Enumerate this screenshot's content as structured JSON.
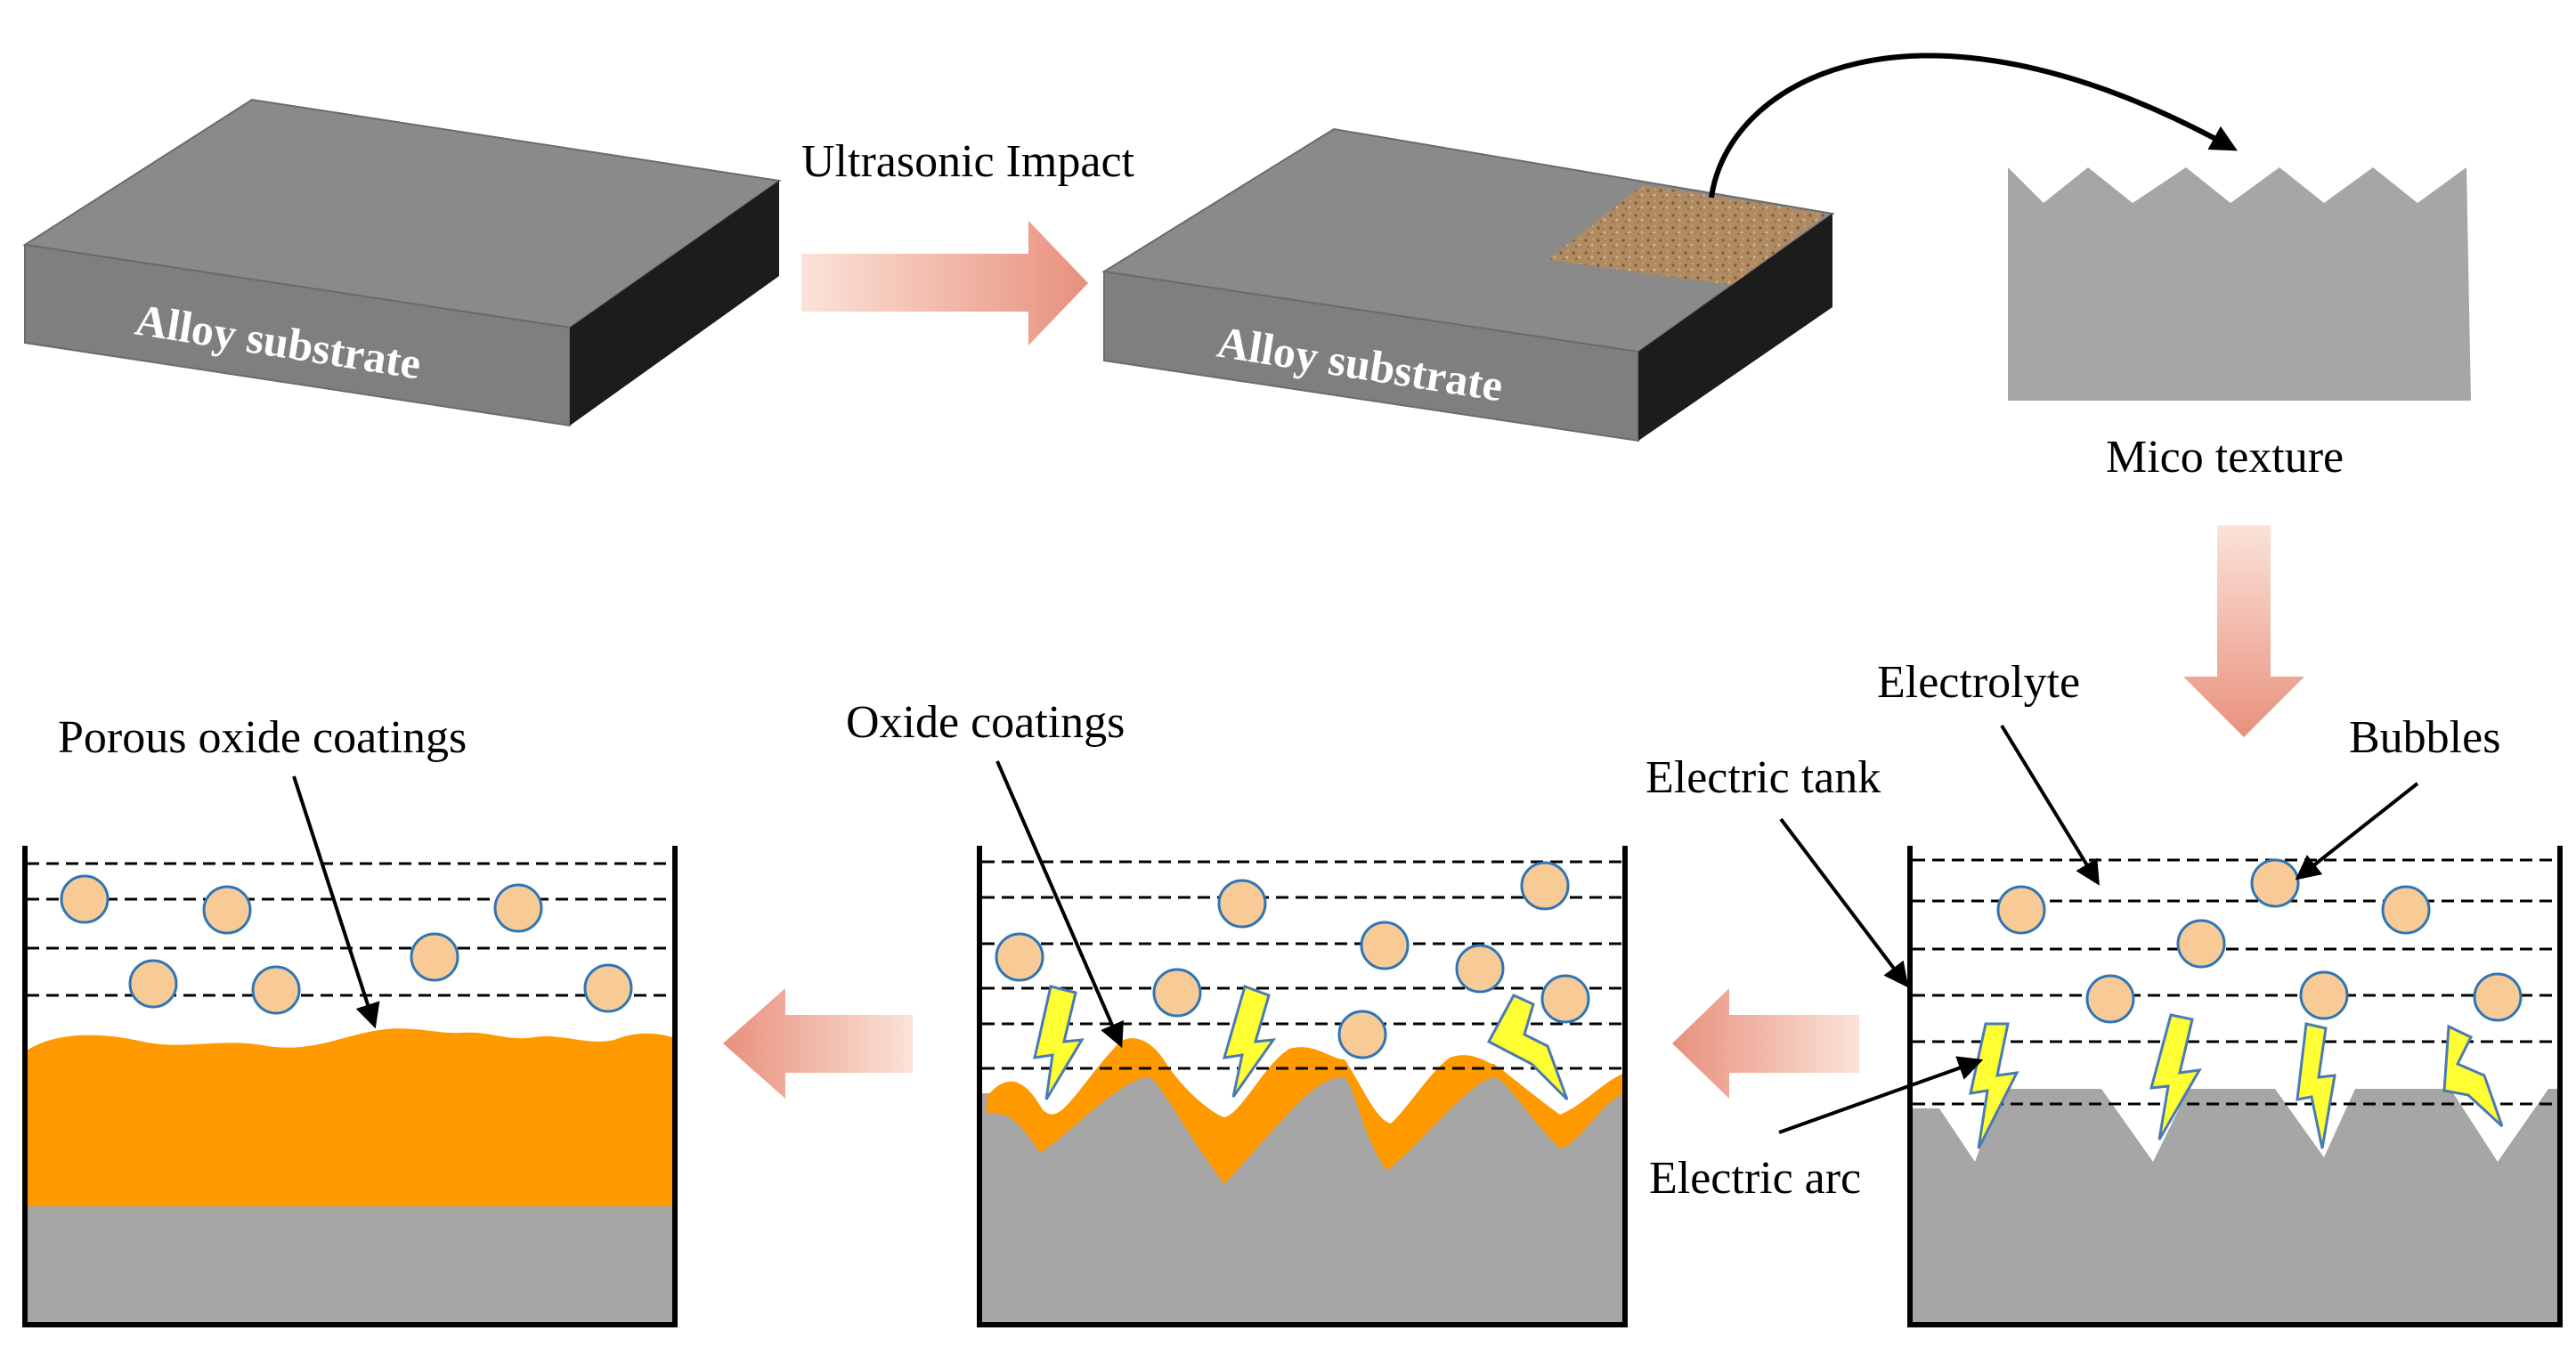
{
  "labels": {
    "alloy_substrate_1": "Alloy substrate",
    "alloy_substrate_2": "Alloy substrate",
    "ultrasonic_impact": "Ultrasonic Impact",
    "micro_texture": "Mico texture",
    "electrolyte": "Electrolyte",
    "bubbles": "Bubbles",
    "electric_tank": "Electric tank",
    "electric_arc": "Electric arc",
    "oxide_coatings": "Oxide coatings",
    "porous_oxide_coatings": "Porous oxide coatings"
  },
  "colors": {
    "slab_top": "#8a8a8a",
    "slab_front": "#7f7f7f",
    "slab_side": "#1c1c1c",
    "substrate": "#a6a6a6",
    "oxide": "#ff9900",
    "bubble_fill": "#f8cb96",
    "bubble_stroke": "#2e75b6",
    "arc_fill": "#ffff33",
    "arc_stroke": "#4a7ab5",
    "arrow_light": "#fbe3d9",
    "arrow_dark": "#e8907c",
    "textured_patch": "#b08a60"
  }
}
